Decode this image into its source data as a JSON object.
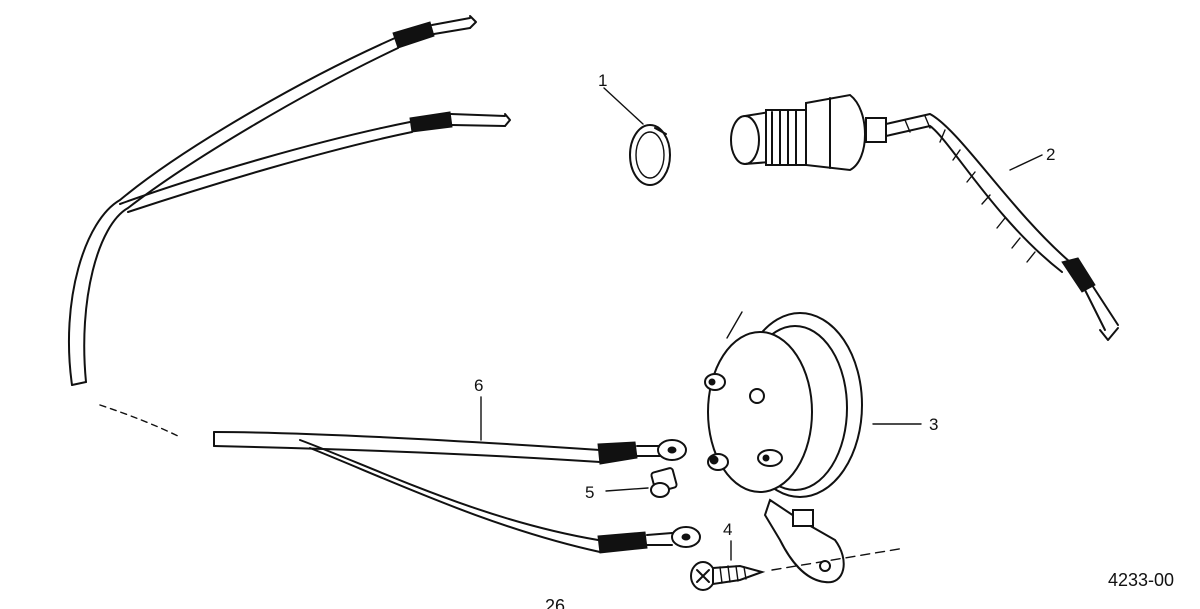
{
  "callouts": {
    "c1": "1",
    "c2": "2",
    "c3": "3",
    "c4": "4",
    "c5": "5",
    "c6": "6"
  },
  "figure_ref": "4233-00",
  "page_number": "26"
}
